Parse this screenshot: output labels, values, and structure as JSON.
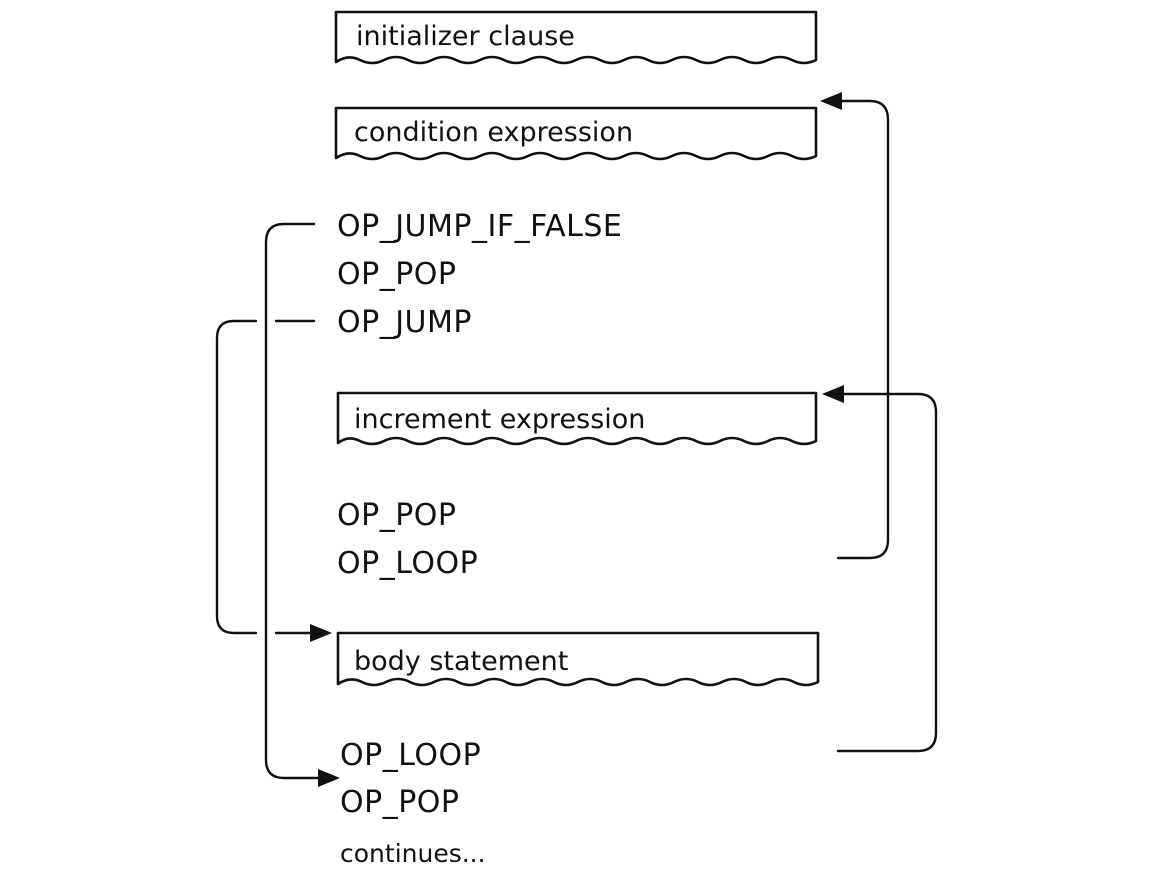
{
  "blocks": {
    "initializer": "initializer clause",
    "condition": "condition expression",
    "increment": "increment expression",
    "body": "body statement"
  },
  "ops": {
    "jump_if_false": "OP_JUMP_IF_FALSE",
    "pop_after_condition": "OP_POP",
    "jump": "OP_JUMP",
    "pop_after_increment": "OP_POP",
    "loop_to_condition": "OP_LOOP",
    "loop_to_increment": "OP_LOOP",
    "pop_at_exit": "OP_POP"
  },
  "footer": "continues..."
}
